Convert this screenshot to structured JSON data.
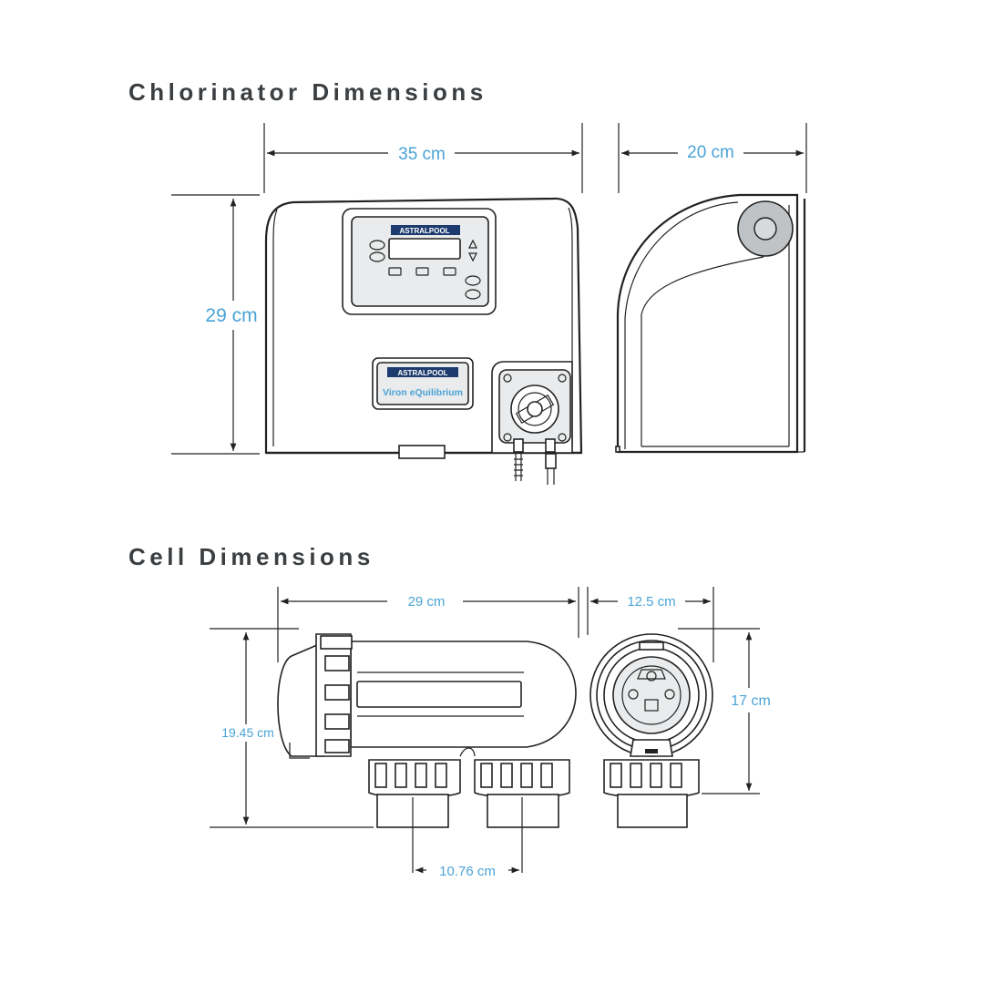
{
  "titles": {
    "chlorinator": "Chlorinator Dimensions",
    "cell": "Cell Dimensions"
  },
  "chlorinator": {
    "width_label": "35 cm",
    "depth_label": "20 cm",
    "height_label": "29 cm",
    "brand": "ASTRALPOOL",
    "product_name": "Viron eQuilibrium"
  },
  "cell": {
    "length_label": "29 cm",
    "width_label": "12.5 cm",
    "height_label": "19.45 cm",
    "side_height_label": "17 cm",
    "port_spacing_label": "10.76 cm"
  },
  "colors": {
    "dimension_text": "#4aa3d6",
    "title_text": "#3b3f42",
    "line": "#222222",
    "brand_badge": "#1d3b6f"
  }
}
